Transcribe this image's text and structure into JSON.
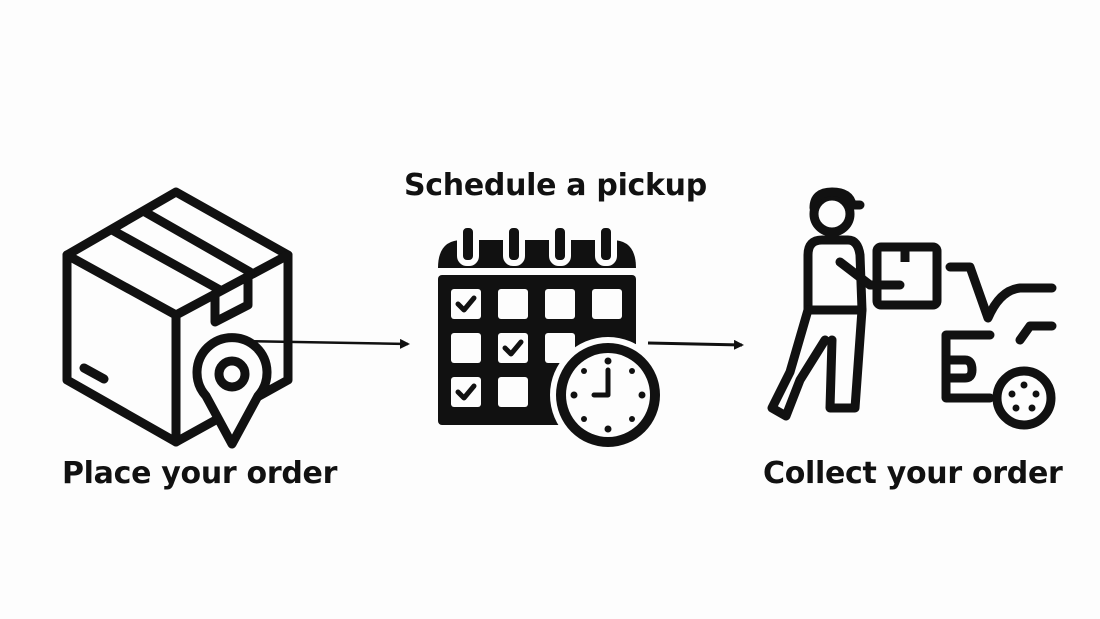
{
  "steps": [
    {
      "label": "Place your order",
      "icon": "box-with-location-pin"
    },
    {
      "label": "Schedule a pickup",
      "icon": "calendar-with-clock"
    },
    {
      "label": "Collect your order",
      "icon": "courier-carrying-box-to-car"
    }
  ],
  "connectors": [
    {
      "from": "Place your order",
      "to": "Schedule a pickup"
    },
    {
      "from": "Schedule a pickup",
      "to": "Collect your order"
    }
  ],
  "colors": {
    "background": "#fdfdfd",
    "foreground": "#111111"
  }
}
